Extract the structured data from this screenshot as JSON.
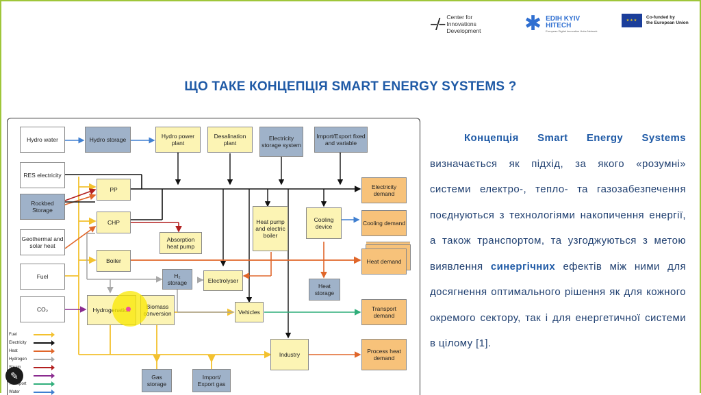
{
  "logos": {
    "cid": {
      "line1": "Center for",
      "line2": "Innovations",
      "line3": "Development"
    },
    "edih": {
      "line1": "EDIH KYIV",
      "line2": "HITECH",
      "line3": "European Digital Innovation Hubs Network"
    },
    "eu": {
      "line1": "Co-funded by",
      "line2": "the European Union"
    }
  },
  "title": "ЩО ТАКЕ КОНЦЕПЦІЯ SMART ENERGY SYSTEMS ?",
  "diagram": {
    "nodes": {
      "hydro_water": "Hydro water",
      "hydro_storage": "Hydro storage",
      "hydro_power": "Hydro power plant",
      "desalination": "Desalination plant",
      "elec_storage": "Electricity storage system",
      "import_export": "Import/Export fixed and variable",
      "res_electricity": "RES electricity",
      "pp": "PP",
      "elec_demand": "Electricity demand",
      "rockbed": "Rockbed Storage",
      "chp": "CHP",
      "heat_pump": "Heat pump and electric boiler",
      "cooling_device": "Cooling device",
      "cooling_demand": "Cooling demand",
      "geothermal": "Geothermal and solar heat",
      "absorption": "Absorption heat pump",
      "boiler": "Boiler",
      "heat_demand": "Heat demand",
      "fuel": "Fuel",
      "h2_storage": "H₂ storage",
      "electrolyser": "Electrolyser",
      "heat_storage": "Heat storage",
      "co2": "CO₂",
      "hydrogenation": "Hydrogenation",
      "biomass": "Biomass conversion",
      "vehicles": "Vehicles",
      "transport_demand": "Transport demand",
      "industry": "Industry",
      "process_heat": "Process heat demand",
      "gas_storage": "Gas storage",
      "import_export_gas": "Import/ Export gas"
    },
    "legend": [
      {
        "label": "Fuel",
        "color": "#f3c12e"
      },
      {
        "label": "Electricity",
        "color": "#111111"
      },
      {
        "label": "Heat",
        "color": "#e0662a"
      },
      {
        "label": "Hydrogen",
        "color": "#a8a8a8"
      },
      {
        "label": "Steam",
        "color": "#b21f1f"
      },
      {
        "label": "CO₂",
        "color": "#8a2b8f"
      },
      {
        "label": "Transport",
        "color": "#2fae7a"
      },
      {
        "label": "Water",
        "color": "#3f7fd0"
      }
    ]
  },
  "text": {
    "intro_bold": "Концепція Smart Energy Systems",
    "part1": "визначається як підхід, за якого «розумні» системи електро-, тепло- та газозабезпечення поєднуються з технологіями накопичення енергії, а також транспортом, та узгоджуються з метою виявлення",
    "bold2": "синергічних",
    "part2": "ефектів між ними для досягнення оптимального рішення як для кожного окремого сектору, так і для енергетичної системи в цілому [1]."
  },
  "icons": {
    "pen": "pencil-icon"
  }
}
